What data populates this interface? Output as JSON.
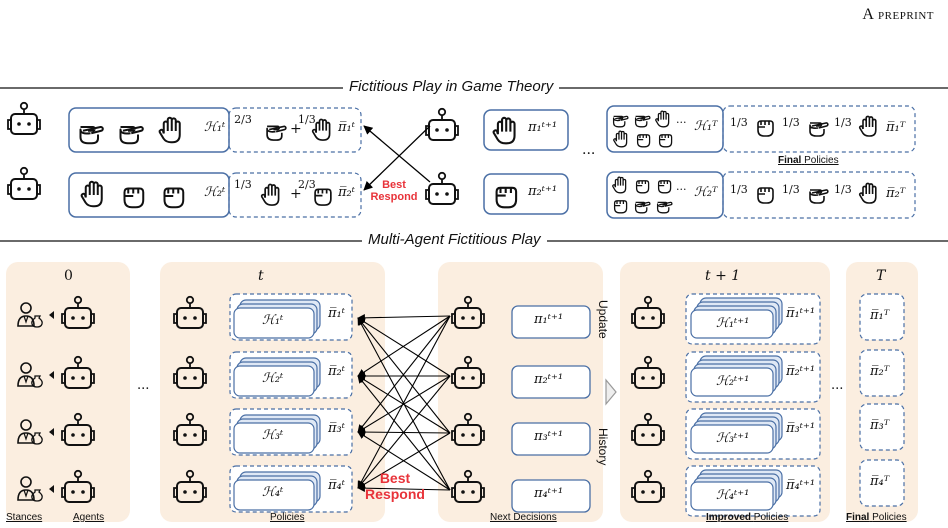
{
  "header": "A preprint",
  "sections": {
    "top_title": "Fictitious Play in Game Theory",
    "bottom_title": "Multi-Agent Fictitious Play"
  },
  "top": {
    "history_1": "ℋ₁ᵗ",
    "history_2": "ℋ₂ᵗ",
    "avg_1": "π̅₁ᵗ",
    "avg_2": "π̅₂ᵗ",
    "next_1": "π₁ᵗ⁺¹",
    "next_2": "π₂ᵗ⁺¹",
    "hist_T_1": "ℋ₁ᵀ",
    "hist_T_2": "ℋ₂ᵀ",
    "final_1": "π̅₁ᵀ",
    "final_2": "π̅₂ᵀ",
    "frac_row1": [
      "2/3",
      "1/3"
    ],
    "frac_row2": [
      "1/3",
      "2/3"
    ],
    "frac_T": [
      "1/3",
      "1/3",
      "1/3"
    ],
    "best_respond": "Best Respond",
    "final_policies_bold": "Final",
    "final_policies_rest": "Policies",
    "dots": "..."
  },
  "bottom": {
    "col_0": "0",
    "col_t": "t",
    "col_t1": "t + 1",
    "col_T": "T",
    "history": [
      "ℋ₁ᵗ",
      "ℋ₂ᵗ",
      "ℋ₃ᵗ",
      "ℋ₄ᵗ"
    ],
    "avg": [
      "π̅₁ᵗ",
      "π̅₂ᵗ",
      "π̅₃ᵗ",
      "π̅₄ᵗ"
    ],
    "next": [
      "π₁ᵗ⁺¹",
      "π₂ᵗ⁺¹",
      "π₃ᵗ⁺¹",
      "π₄ᵗ⁺¹"
    ],
    "improved_hist": [
      "ℋ₁ᵗ⁺¹",
      "ℋ₂ᵗ⁺¹",
      "ℋ₃ᵗ⁺¹",
      "ℋ₄ᵗ⁺¹"
    ],
    "improved_avg": [
      "π̅₁ᵗ⁺¹",
      "π̅₂ᵗ⁺¹",
      "π̅₃ᵗ⁺¹",
      "π̅₄ᵗ⁺¹"
    ],
    "final": [
      "π̅₁ᵀ",
      "π̅₂ᵀ",
      "π̅₃ᵀ",
      "π̅₄ᵀ"
    ],
    "best": "Best",
    "respond": "Respond",
    "update": "Update",
    "history_label": "History",
    "labels": {
      "stances": "Stances",
      "agents": "Agents",
      "policies": "Policies",
      "next_decisions": "Next Decisions",
      "improved_bold": "Improved",
      "improved_rest": "Policies",
      "final_bold": "Final",
      "final_rest": "Policies"
    },
    "dots": "..."
  }
}
